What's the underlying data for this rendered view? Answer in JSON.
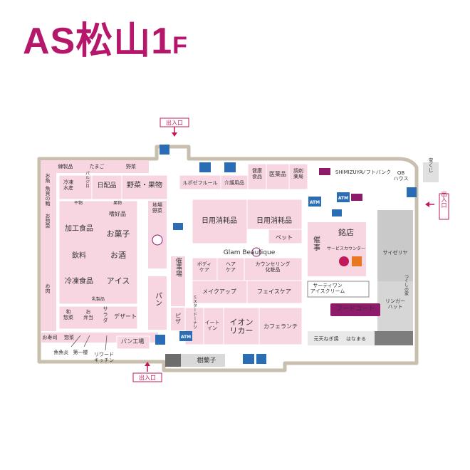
{
  "title": {
    "main": "AS松山1",
    "floor": "F"
  },
  "colors": {
    "accent": "#b5176b",
    "pink": "#f7d6e2",
    "pinkDark": "#f2c4d5",
    "gray": "#c9c9c9",
    "wall": "#c8bfae",
    "aeon": "#2a6db5"
  },
  "entrances": {
    "top": "出入口",
    "right": "出入口",
    "bottom": "出入口"
  },
  "stores": {
    "tsukemono": "練製品",
    "tamago": "たまご",
    "yasai_top": "野菜",
    "osakana": "お魚",
    "gyokai": "魚貝の鮨",
    "osozai": "お惣菜",
    "reito_suisan": "冷凍\n水産",
    "harujirou": "パルジロ",
    "nichihaihin": "日配品",
    "yasai_kudamono": "野菜・果物",
    "hoshimono": "干物",
    "kudamono": "果物",
    "kakou": "加工食品",
    "shikou": "嗜好品",
    "okashi": "お菓子",
    "inryo": "飲料",
    "osake": "お酒",
    "reitou": "冷凍食品",
    "aisu": "アイス",
    "nyuseihin": "乳製品",
    "oniku": "お肉",
    "wasozai": "和\n惣菜",
    "obento": "お\n弁当",
    "salad": "サ\nラ\nダ",
    "dessert": "デザート",
    "osushi": "お寿司",
    "sozai": "惣菜",
    "chiiki_yasai": "地場\n野菜",
    "pan": "パン",
    "pan_koujou": "パン工場",
    "chuzaijo": "催事場",
    "pizza": "ピザ",
    "mister_donut": "ミスタードーナツ",
    "eatin": "イート\nイン",
    "aeon_liquor": "イオン\nリカー",
    "cafe_lente": "カフェランテ",
    "rubise": "ルポゼフルール",
    "kaigo": "介護用品",
    "kenko": "健康\n食品",
    "iyakuhin": "医薬品",
    "chozai": "調剤\n薬局",
    "shimizuya": "SHIMIZUYA",
    "softbank": "ソフトバンク",
    "qb": "QB\nハウス",
    "takarakuji": "宝くじ",
    "nichiyou1": "日用消耗品",
    "nichiyou2": "日用消耗品",
    "pet": "ペット",
    "glam": "Glam Beautique",
    "body": "ボディ\nケア",
    "hair": "ヘア\nケア",
    "counseling": "カウンセリング\n化粧品",
    "makeup": "メイクアップ",
    "facecare": "フェイスケア",
    "saiji": "催\n事",
    "meiten": "銘店",
    "service": "サービスカウンター",
    "saizeriya": "サイゼリヤ",
    "thirty": "サーティワン\nアイスクリーム",
    "foodcourt": "フードコート",
    "ringer": "リンガー\nハット",
    "tsukesoba": "つくしの家",
    "negiyaki": "元天ねぎ焼",
    "hanamaru": "はなまる",
    "jurakuko": "樹蘭子",
    "gyo": "魚魚炎",
    "daiichi": "第一楼",
    "reward": "リワード\nキッチン",
    "atm": "ATM",
    "wc_icon": "トイレ"
  }
}
